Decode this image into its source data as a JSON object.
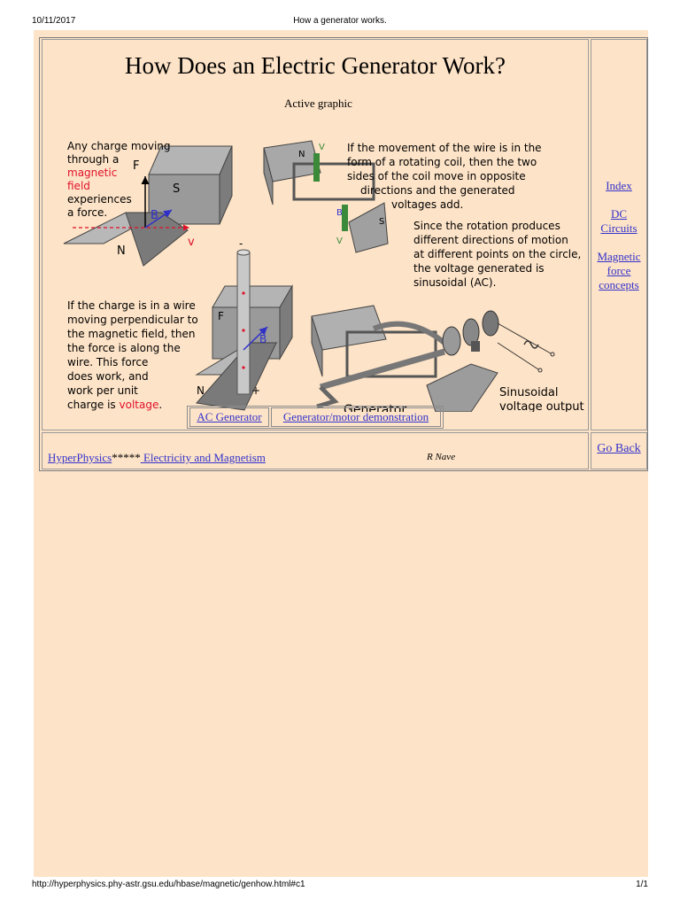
{
  "print_header": {
    "date": "10/11/2017",
    "title": "How a generator works."
  },
  "print_footer": {
    "url": "http://hyperphysics.phy-astr.gsu.edu/hbase/magnetic/genhow.html#c1",
    "page": "1/1"
  },
  "main": {
    "title": "How Does an Electric Generator Work?",
    "active_graphic": "Active graphic",
    "diagram": {
      "text1": [
        "Any charge moving",
        "through a"
      ],
      "text1_red": [
        "magnetic",
        "field"
      ],
      "text1_end": [
        "experiences",
        "a force."
      ],
      "text2": [
        "If the charge is in a wire",
        "moving perpendicular to",
        "the magnetic field, then",
        "the force is along the",
        "wire. This force",
        "does work, and",
        "work per unit"
      ],
      "text2_last": "charge is ",
      "text2_red": "voltage",
      "text2_period": ".",
      "text3": [
        "If the  movement of the wire is in the",
        "form of a rotating coil, then the two",
        "sides of the coil move in opposite",
        "directions and the generated",
        "voltages add."
      ],
      "text4": [
        "Since the rotation produces",
        "different directions of motion",
        "at different points on the circle,",
        "the voltage generated is",
        "sinusoidal (AC)."
      ],
      "label_generator": "Generator",
      "label_sinusoidal": [
        "Sinusoidal",
        "voltage output"
      ],
      "labels": {
        "F": "F",
        "S": "S",
        "N": "N",
        "B": "B",
        "V": "V",
        "v": "v",
        "minus": "-",
        "plus": "+"
      }
    },
    "buttons": {
      "ac_generator": "AC Generator",
      "demo": "Generator/motor demonstration"
    }
  },
  "sidebar": {
    "index": "Index",
    "dc": [
      "DC",
      "Circuits"
    ],
    "magnetic": [
      "Magnetic",
      "force",
      "concepts"
    ]
  },
  "footer": {
    "hyperphysics": "HyperPhysics",
    "stars": "*****",
    "em": " Electricity and Magnetism",
    "author": "R Nave",
    "go_back": "Go Back"
  }
}
